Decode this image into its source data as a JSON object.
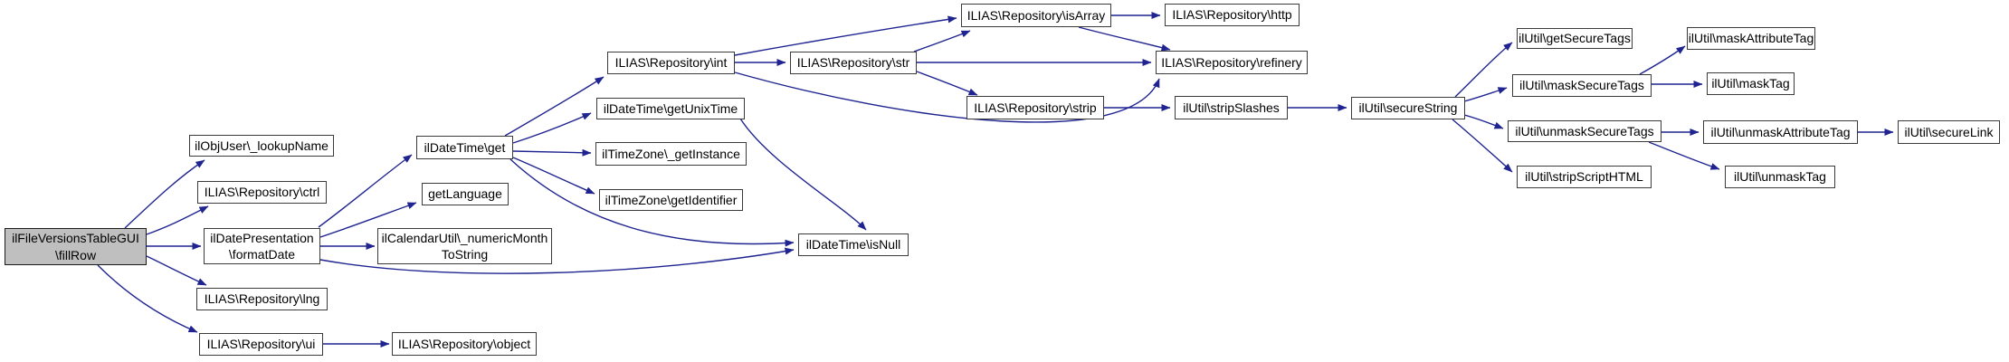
{
  "diagram": {
    "type": "call-graph",
    "background_color": "#ffffff",
    "edge_color": "#1f2490",
    "node_fill_color": "#ffffff",
    "node_border_color": "#3a3a3a",
    "highlight_fill_color": "#bfbfbf",
    "nodes": [
      {
        "id": "fillRow",
        "label": "ilFileVersionsTableGUI\n\\fillRow",
        "highlighted": true
      },
      {
        "id": "lookupName",
        "label": "ilObjUser\\_lookupName",
        "highlighted": false
      },
      {
        "id": "ctrl",
        "label": "ILIAS\\Repository\\ctrl",
        "highlighted": false
      },
      {
        "id": "formatDate",
        "label": "ilDatePresentation\n\\formatDate",
        "highlighted": false
      },
      {
        "id": "lng",
        "label": "ILIAS\\Repository\\lng",
        "highlighted": false
      },
      {
        "id": "ui",
        "label": "ILIAS\\Repository\\ui",
        "highlighted": false
      },
      {
        "id": "object",
        "label": "ILIAS\\Repository\\object",
        "highlighted": false
      },
      {
        "id": "get",
        "label": "ilDateTime\\get",
        "highlighted": false
      },
      {
        "id": "getLanguage",
        "label": "getLanguage",
        "highlighted": false
      },
      {
        "id": "numericMonthToString",
        "label": "ilCalendarUtil\\_numericMonth\nToString",
        "highlighted": false
      },
      {
        "id": "int",
        "label": "ILIAS\\Repository\\int",
        "highlighted": false
      },
      {
        "id": "str",
        "label": "ILIAS\\Repository\\str",
        "highlighted": false
      },
      {
        "id": "getUnixTime",
        "label": "ilDateTime\\getUnixTime",
        "highlighted": false
      },
      {
        "id": "getInstance",
        "label": "ilTimeZone\\_getInstance",
        "highlighted": false
      },
      {
        "id": "getIdentifier",
        "label": "ilTimeZone\\getIdentifier",
        "highlighted": false
      },
      {
        "id": "isNull",
        "label": "ilDateTime\\isNull",
        "highlighted": false
      },
      {
        "id": "isArray",
        "label": "ILIAS\\Repository\\isArray",
        "highlighted": false
      },
      {
        "id": "http",
        "label": "ILIAS\\Repository\\http",
        "highlighted": false
      },
      {
        "id": "refinery",
        "label": "ILIAS\\Repository\\refinery",
        "highlighted": false
      },
      {
        "id": "strip",
        "label": "ILIAS\\Repository\\strip",
        "highlighted": false
      },
      {
        "id": "stripSlashes",
        "label": "ilUtil\\stripSlashes",
        "highlighted": false
      },
      {
        "id": "secureString",
        "label": "ilUtil\\secureString",
        "highlighted": false
      },
      {
        "id": "getSecureTags",
        "label": "ilUtil\\getSecureTags",
        "highlighted": false
      },
      {
        "id": "maskSecureTags",
        "label": "ilUtil\\maskSecureTags",
        "highlighted": false
      },
      {
        "id": "unmaskSecureTags",
        "label": "ilUtil\\unmaskSecureTags",
        "highlighted": false
      },
      {
        "id": "stripScriptHTML",
        "label": "ilUtil\\stripScriptHTML",
        "highlighted": false
      },
      {
        "id": "maskAttributeTag",
        "label": "ilUtil\\maskAttributeTag",
        "highlighted": false
      },
      {
        "id": "maskTag",
        "label": "ilUtil\\maskTag",
        "highlighted": false
      },
      {
        "id": "unmaskAttributeTag",
        "label": "ilUtil\\unmaskAttributeTag",
        "highlighted": false
      },
      {
        "id": "unmaskTag",
        "label": "ilUtil\\unmaskTag",
        "highlighted": false
      },
      {
        "id": "secureLink",
        "label": "ilUtil\\secureLink",
        "highlighted": false
      }
    ],
    "edges": [
      {
        "from": "fillRow",
        "to": "lookupName"
      },
      {
        "from": "fillRow",
        "to": "ctrl"
      },
      {
        "from": "fillRow",
        "to": "formatDate"
      },
      {
        "from": "fillRow",
        "to": "lng"
      },
      {
        "from": "fillRow",
        "to": "ui"
      },
      {
        "from": "ui",
        "to": "object"
      },
      {
        "from": "formatDate",
        "to": "get"
      },
      {
        "from": "formatDate",
        "to": "getLanguage"
      },
      {
        "from": "formatDate",
        "to": "numericMonthToString"
      },
      {
        "from": "formatDate",
        "to": "isNull"
      },
      {
        "from": "get",
        "to": "int"
      },
      {
        "from": "get",
        "to": "getUnixTime"
      },
      {
        "from": "get",
        "to": "getInstance"
      },
      {
        "from": "get",
        "to": "getIdentifier"
      },
      {
        "from": "get",
        "to": "isNull"
      },
      {
        "from": "getUnixTime",
        "to": "isNull"
      },
      {
        "from": "int",
        "to": "str"
      },
      {
        "from": "int",
        "to": "isArray"
      },
      {
        "from": "int",
        "to": "refinery"
      },
      {
        "from": "str",
        "to": "isArray"
      },
      {
        "from": "str",
        "to": "refinery"
      },
      {
        "from": "str",
        "to": "strip"
      },
      {
        "from": "strip",
        "to": "stripSlashes"
      },
      {
        "from": "isArray",
        "to": "http"
      },
      {
        "from": "isArray",
        "to": "refinery"
      },
      {
        "from": "stripSlashes",
        "to": "secureString"
      },
      {
        "from": "secureString",
        "to": "getSecureTags"
      },
      {
        "from": "secureString",
        "to": "maskSecureTags"
      },
      {
        "from": "secureString",
        "to": "unmaskSecureTags"
      },
      {
        "from": "secureString",
        "to": "stripScriptHTML"
      },
      {
        "from": "maskSecureTags",
        "to": "maskAttributeTag"
      },
      {
        "from": "maskSecureTags",
        "to": "maskTag"
      },
      {
        "from": "unmaskSecureTags",
        "to": "unmaskAttributeTag"
      },
      {
        "from": "unmaskSecureTags",
        "to": "unmaskTag"
      },
      {
        "from": "unmaskAttributeTag",
        "to": "secureLink"
      }
    ]
  }
}
